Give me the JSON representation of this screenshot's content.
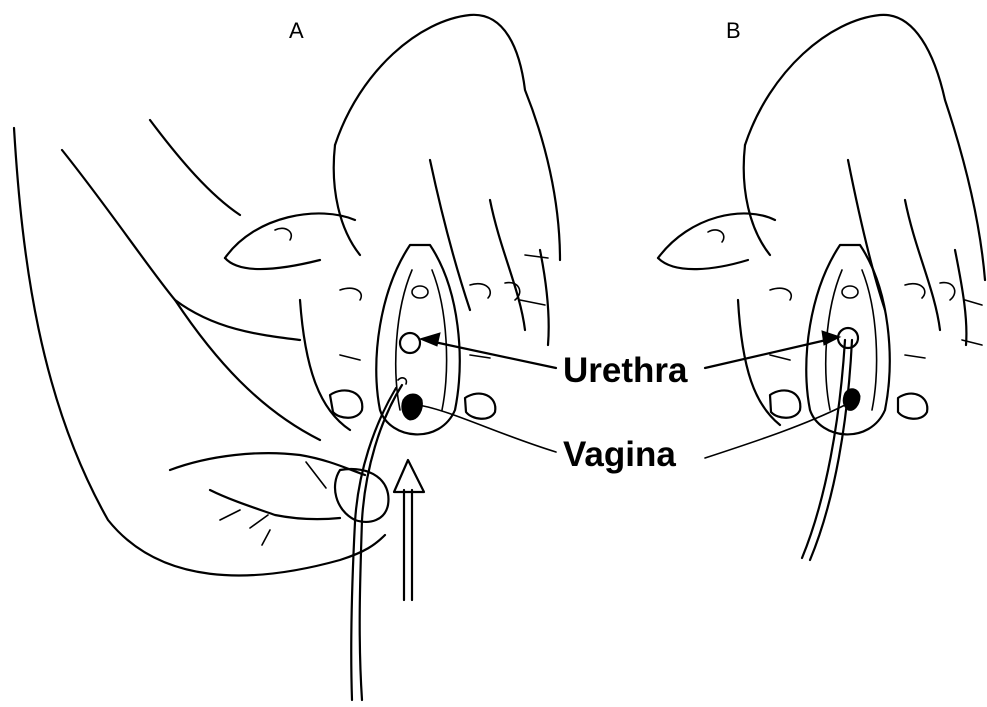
{
  "panels": [
    {
      "letter": "A"
    },
    {
      "letter": "B"
    }
  ],
  "labels": {
    "urethra": "Urethra",
    "vagina": "Vagina"
  }
}
